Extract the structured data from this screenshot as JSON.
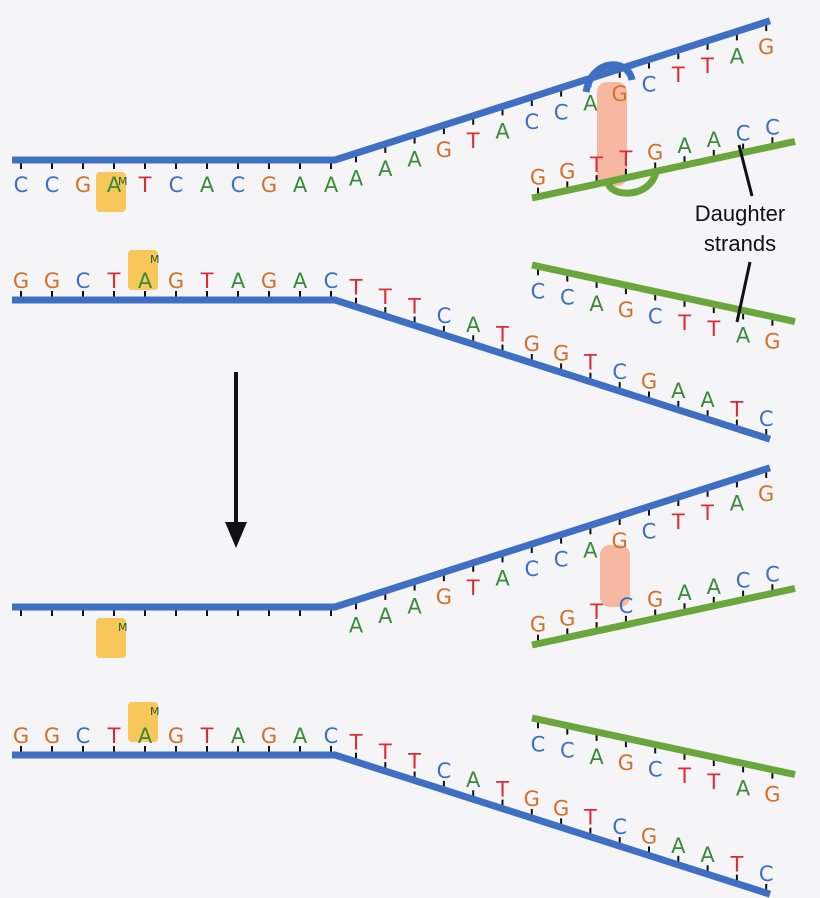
{
  "colors": {
    "parent_strand": "#3f6fc2",
    "daughter_strand": "#6aa63c",
    "methyl_box": "#f8c75a",
    "mismatch_box": "#f7b8a2",
    "A": "#3a8a3a",
    "C": "#3f6fc2",
    "G": "#d4702b",
    "T": "#e02a36",
    "A_on_methyl": "#2e7a2e"
  },
  "labels": {
    "methyl_mark": "M",
    "callout_line1": "Daughter",
    "callout_line2": "strands"
  },
  "panels": {
    "before": {
      "top_template": [
        "C",
        "C",
        "G",
        "A",
        "T",
        "C",
        "A",
        "C",
        "G",
        "A",
        "A",
        "A",
        "A",
        "A",
        "G",
        "T",
        "A",
        "C",
        "C",
        "A",
        "G",
        "C",
        "T",
        "T",
        "A",
        "G"
      ],
      "top_daughter": [
        "G",
        "G",
        "T",
        "T",
        "G",
        "A",
        "A",
        "C",
        "C"
      ],
      "bottom_template": [
        "G",
        "G",
        "C",
        "T",
        "A",
        "G",
        "T",
        "A",
        "G",
        "A",
        "C",
        "T",
        "T",
        "T",
        "C",
        "A",
        "T",
        "G",
        "G",
        "T",
        "C",
        "G",
        "A",
        "A",
        "T",
        "C"
      ],
      "bottom_daughter": [
        "C",
        "C",
        "A",
        "G",
        "C",
        "T",
        "T",
        "A",
        "G"
      ]
    },
    "after": {
      "top_template": [
        "A",
        "A",
        "A",
        "G",
        "T",
        "A",
        "C",
        "C",
        "A",
        "G",
        "C",
        "T",
        "T",
        "A",
        "G"
      ],
      "top_daughter": [
        "G",
        "G",
        "T",
        "C",
        "G",
        "A",
        "A",
        "C",
        "C"
      ],
      "bottom_template": [
        "G",
        "G",
        "C",
        "T",
        "A",
        "G",
        "T",
        "A",
        "G",
        "A",
        "C",
        "T",
        "T",
        "T",
        "C",
        "A",
        "T",
        "G",
        "G",
        "T",
        "C",
        "G",
        "A",
        "A",
        "T",
        "C"
      ],
      "bottom_daughter": [
        "C",
        "C",
        "A",
        "G",
        "C",
        "T",
        "T",
        "A",
        "G"
      ]
    }
  }
}
